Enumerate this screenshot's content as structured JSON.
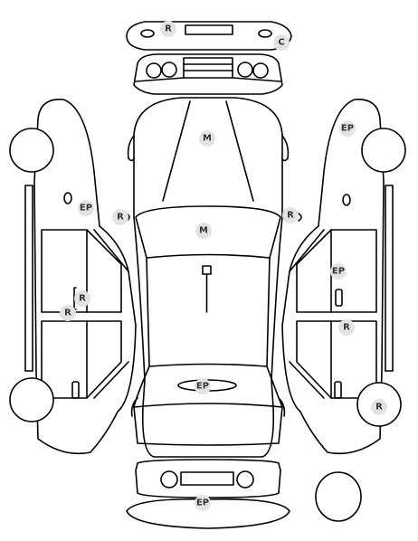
{
  "diagram": {
    "colors": {
      "line": "#000000",
      "badge_fill": "#e3e3e3",
      "badge_text": "#333333",
      "background": "#ffffff"
    },
    "badges": [
      {
        "id": "front-bumper-r",
        "label": "R"
      },
      {
        "id": "front-bumper-c",
        "label": "C"
      },
      {
        "id": "hood-m",
        "label": "M"
      },
      {
        "id": "left-mirror-r",
        "label": "R"
      },
      {
        "id": "right-mirror-r",
        "label": "R"
      },
      {
        "id": "roof-m",
        "label": "M"
      },
      {
        "id": "trunk-ep",
        "label": "EP"
      },
      {
        "id": "rear-bumper-ep",
        "label": "EP"
      },
      {
        "id": "left-front-fender-ep",
        "label": "EP"
      },
      {
        "id": "left-door-r-1",
        "label": "R"
      },
      {
        "id": "left-door-r-2",
        "label": "R"
      },
      {
        "id": "right-front-fender-ep",
        "label": "EP"
      },
      {
        "id": "right-front-door-ep",
        "label": "EP"
      },
      {
        "id": "right-rear-door-r",
        "label": "R"
      },
      {
        "id": "right-rear-wheel-r",
        "label": "R"
      }
    ]
  }
}
